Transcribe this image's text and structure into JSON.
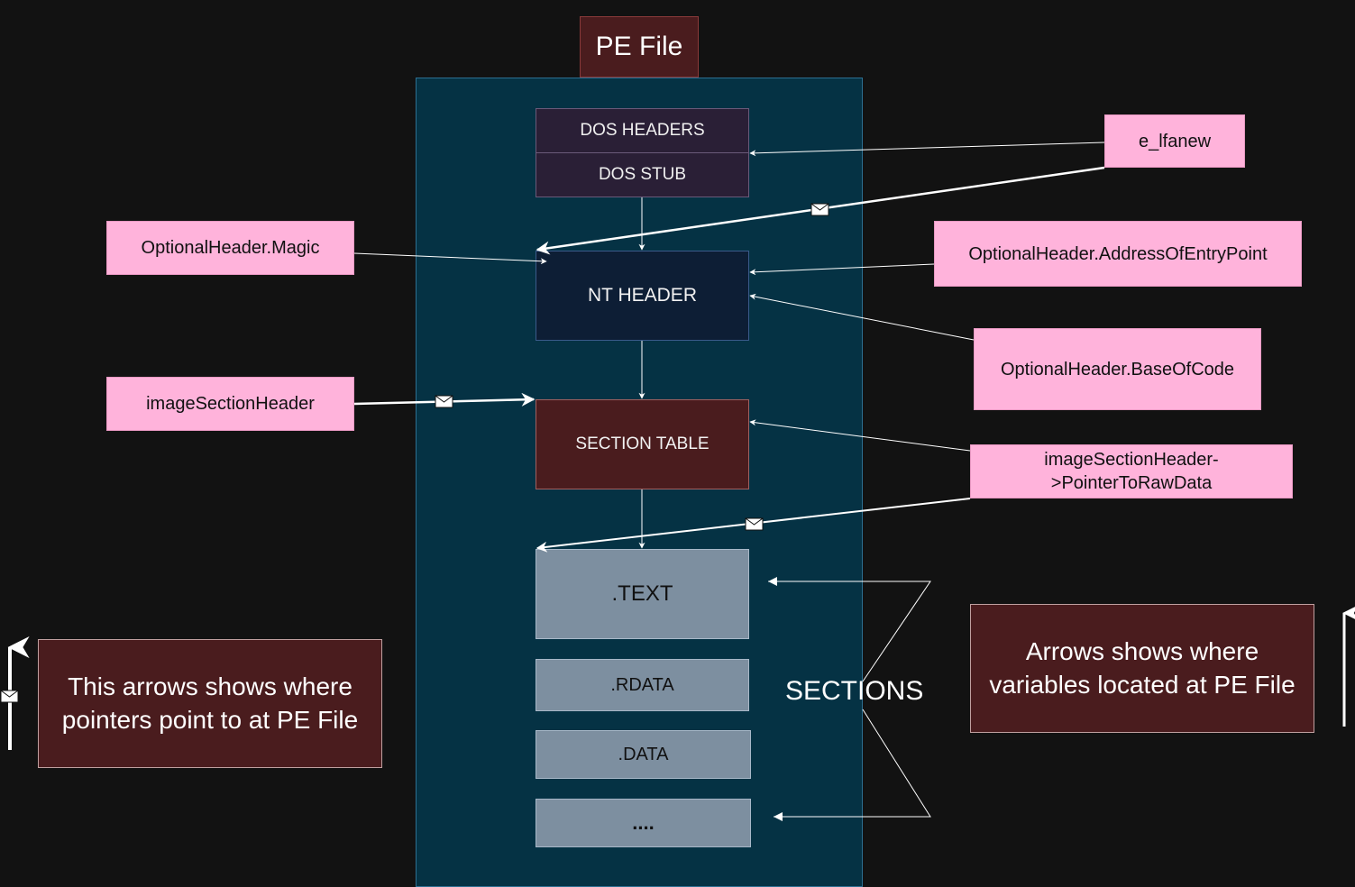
{
  "title": "PE File",
  "pe_blocks": {
    "dos_headers": "DOS HEADERS",
    "dos_stub": "DOS STUB",
    "nt_header": "NT HEADER",
    "section_table": "SECTION TABLE",
    "text": ".TEXT",
    "rdata": ".RDATA",
    "data": ".DATA",
    "more": "...."
  },
  "sections_label": "SECTIONS",
  "fields": {
    "e_lfanew": "e_lfanew",
    "optional_magic": "OptionalHeader.Magic",
    "optional_entry": "OptionalHeader.AddressOfEntryPoint",
    "optional_base": "OptionalHeader.BaseOfCode",
    "image_section_header": "imageSectionHeader",
    "pointer_raw_line1": "imageSectionHeader-",
    "pointer_raw_line2": ">PointerToRawData"
  },
  "legend": {
    "pointers": "This arrows shows where pointers point to at PE File",
    "variables": "Arrows shows where variables located at PE File"
  },
  "colors": {
    "background": "#121212",
    "container": "#053244",
    "field_pink": "#ffb3db",
    "maroon": "#4a1c1e",
    "section_gray": "#7d8fa0"
  }
}
